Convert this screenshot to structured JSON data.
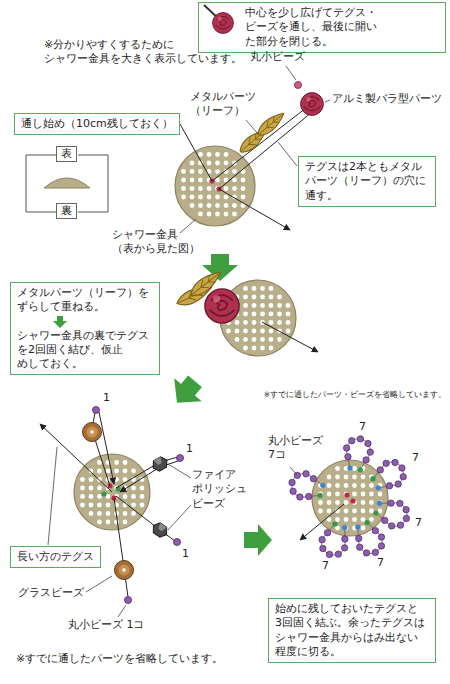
{
  "diagram": {
    "nodes": [
      {
        "text": [
          "中心を少し広げてテグス・ ビーズを通し、最後に開い た部分を閉じる。"
        ]
      },
      {
        "text": [
          "通し始め（10cm残しておく）"
        ]
      },
      {
        "text": [
          "表"
        ]
      },
      {
        "text": [
          "裏"
        ]
      },
      {
        "text": [
          "テグスは2本ともメタル パーツ（リーフ）の穴に 通す。"
        ]
      },
      {
        "text": [
          "メタルパーツ（リーフ）を ずらして重ねる。",
          "シャワー金具の裏でテグス を2回固く結び、仮止 めしておく。"
        ]
      },
      {
        "text": [
          "長い方のテグス"
        ]
      },
      {
        "text": [
          "始めに残しておいたテグスと 3回固く結ぶ。余ったテグスは シャワー金具からはみ出ない 程度に切る。"
        ]
      }
    ],
    "labels": [
      "※分かりやすくするために シャワー金具を大きく表示しています。",
      "丸小ビーズ",
      "メタルパーツ （リーフ）",
      "アルミ製バラ型パーツ",
      "シャワー金具 （表から見た図）",
      "1",
      "1",
      "ファイア ポリッシュ ビーズ",
      "1",
      "グラスビーズ",
      "丸小ビーズ 1コ",
      "※すでに通したパーツを省略しています。",
      "※すでに通したパーツ・ビーズを省略しています。",
      "丸小ビーズ 7コ",
      "7",
      "7",
      "7",
      "7",
      "7"
    ]
  }
}
